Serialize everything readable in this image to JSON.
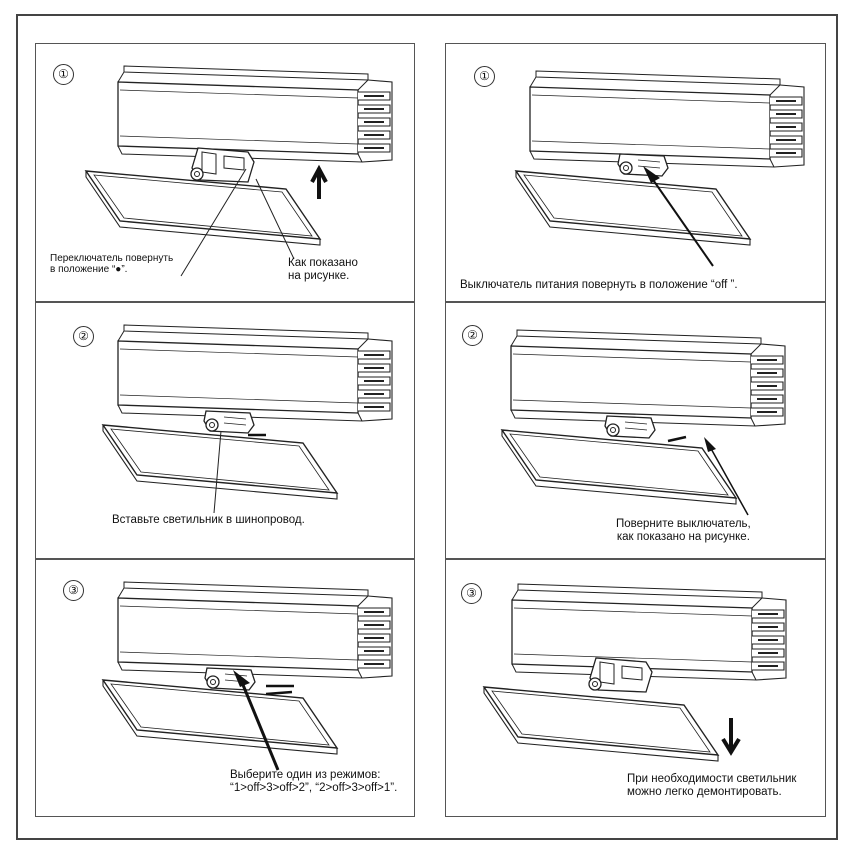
{
  "left_column": {
    "step1": {
      "number": "①",
      "caption_switch": "Переключатель повернуть\nв положение “●”.",
      "caption_shown": "Как показано\nна рисунке."
    },
    "step2": {
      "number": "②",
      "caption": "Вставьте светильник в шинопровод."
    },
    "step3": {
      "number": "③",
      "caption": "Выберите один из режимов:\n“1>off>3>off>2”, “2>off>3>off>1”."
    }
  },
  "right_column": {
    "step1": {
      "number": "①",
      "caption": "Выключатель питания повернуть в положение “off ”."
    },
    "step2": {
      "number": "②",
      "caption": "Поверните выключатель,\nкак показано на рисунке."
    },
    "step3": {
      "number": "③",
      "caption": "При необходимости светильник\nможно легко демонтировать."
    }
  },
  "colors": {
    "line": "#222222",
    "frame": "#444444",
    "panel_border": "#555555"
  }
}
